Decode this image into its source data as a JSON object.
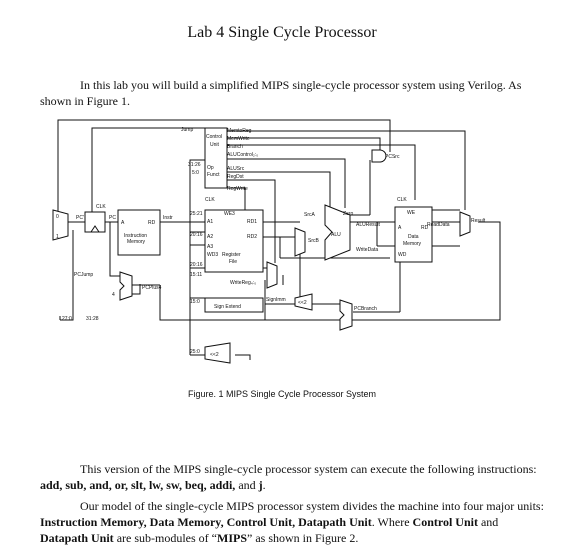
{
  "title": "Lab 4 Single Cycle Processor",
  "p1": "In this lab you will build a simplified MIPS single-cycle processor system using Verilog. As shown in Figure 1.",
  "caption": "Figure. 1 MIPS Single Cycle Processor System",
  "p2": {
    "t1": "This version of the MIPS single-cycle processor system can execute the following instructions: ",
    "instr": "add, sub, and, or, slt, lw, sw, beq, addi,",
    "t2": " and ",
    "instr2": "j",
    "t3": "."
  },
  "p3": {
    "t1": "Our model of the single-cycle MIPS processor system divides the machine into four major units: ",
    "units": "Instruction Memory, Data Memory, Control Unit, Datapath Unit",
    "t2": ". Where ",
    "cu": "Control Unit",
    "t3": " and ",
    "du": "Datapath Unit",
    "t4": " are sub-modules of “",
    "mips": "MIPS",
    "t5": "” as shown in Figure 2."
  },
  "figure": {
    "jump": "Jump",
    "control": "Control",
    "unit": "Unit",
    "memtoreg": "MemtoReg",
    "memwrite": "MemWrite",
    "branch": "Branch",
    "aluctrl": "ALUControl₂:₀",
    "op": "Op",
    "funct": "Funct",
    "alusrc": "ALUSrc",
    "regdst": "RegDst",
    "regwrite": "RegWrite",
    "bits31_26": "31:26",
    "bits5_0": "5:0",
    "clk1": "CLK",
    "clk2": "CLK",
    "clk3": "CLK",
    "pc_prime": "PC'",
    "pc": "PC",
    "a_port": "A",
    "rd_port": "RD",
    "instr": "Instr",
    "imem1": "Instruction",
    "imem2": "Memory",
    "b25_21": "25:21",
    "b20_16": "20:16",
    "b20_16b": "20:16",
    "b15_11": "15:11",
    "b15_0": "15:0",
    "b25_0": "25:0",
    "b27_0": "27:0",
    "b31_28": "31:28",
    "we3": "WE3",
    "a1": "A1",
    "a2": "A2",
    "a3": "A3",
    "wd3": "WD3",
    "rd1": "RD1",
    "rd2": "RD2",
    "regfile1": "Register",
    "regfile2": "File",
    "writereg": "WriteReg₄:₀",
    "srca": "SrcA",
    "srcb": "SrcB",
    "zero": "Zero",
    "alu": "ALU",
    "aluresult": "ALUResult",
    "writedata": "WriteData",
    "we": "WE",
    "dm_a": "A",
    "dm_rd": "RD",
    "dmem1": "Data",
    "dmem2": "Memory",
    "wd": "WD",
    "readdata": "ReadData",
    "result": "Result",
    "pcsrc": "PCSrc",
    "pcjump": "PCJump",
    "pcplus4": "PCPlus4",
    "four": "4",
    "signext": "Sign Extend",
    "signimm": "SignImm",
    "shl2": "<<2",
    "shl2b": "<<2",
    "pcbranch": "PCBranch",
    "m0": "0",
    "m1": "1"
  }
}
